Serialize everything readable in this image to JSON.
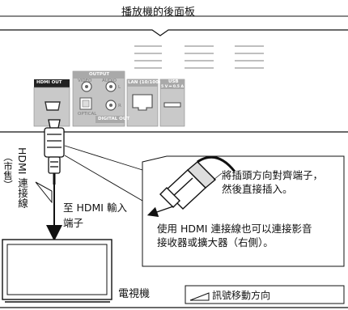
{
  "title": "播放機的後面板",
  "panel": {
    "hdmi_out": "HDMI OUT",
    "output": "OUTPUT",
    "video": "VIDEO",
    "audio": "AUDIO",
    "l": "L",
    "r": "R",
    "optical": "OPTICAL",
    "digital_out": "DIGITAL OUT",
    "lan": "LAN (10/100)",
    "usb": "USB",
    "usb_power": "5 V ⎓ 0.5 A"
  },
  "cable_label": "HDMI 連接線",
  "retail_label": "（市售）",
  "to_hdmi_line1": "至 HDMI 輸入",
  "to_hdmi_line2": "端子",
  "callout_line1": "將插頭方向對齊端子，",
  "callout_line2": "然後直接插入。",
  "callout_line3": "使用 HDMI 連接線也可以連接影音",
  "callout_line4": "接收器或擴大器（右側）。",
  "tv_label": "電視機",
  "legend_label": "訊號移動方向",
  "colors": {
    "panel_gray": "#b8b8b8",
    "label_dark": "#222222",
    "line": "#111111"
  }
}
